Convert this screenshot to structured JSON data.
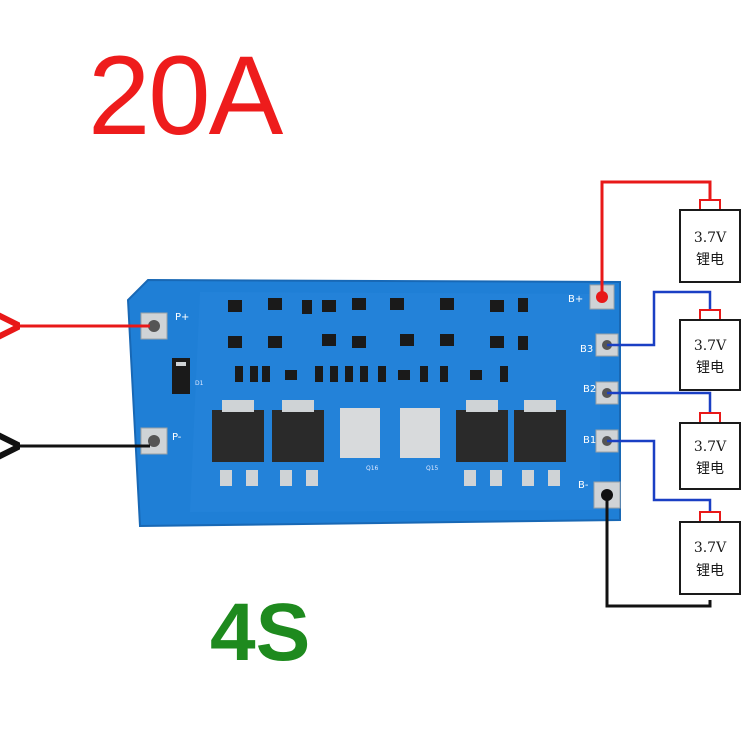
{
  "headline": "20A",
  "config_label": "4S",
  "board": {
    "pads": {
      "p_plus": "P+",
      "p_minus": "P-",
      "b_plus": "B+",
      "b3": "B3",
      "b2": "B2",
      "b1": "B1",
      "b_minus": "B-"
    },
    "mosfet_labels": [
      "Q16",
      "Q15"
    ],
    "diode_label": "D1"
  },
  "cells": [
    {
      "voltage": "3.7V",
      "chem": "锂电"
    },
    {
      "voltage": "3.7V",
      "chem": "锂电"
    },
    {
      "voltage": "3.7V",
      "chem": "锂电"
    },
    {
      "voltage": "3.7V",
      "chem": "锂电"
    }
  ],
  "colors": {
    "headline": "#ee1c1c",
    "config": "#1e8a1e",
    "pcb": "#1f7fd6",
    "positive_wire": "#e81818",
    "negative_wire": "#111111",
    "balance_wire": "#1a3fc4"
  }
}
